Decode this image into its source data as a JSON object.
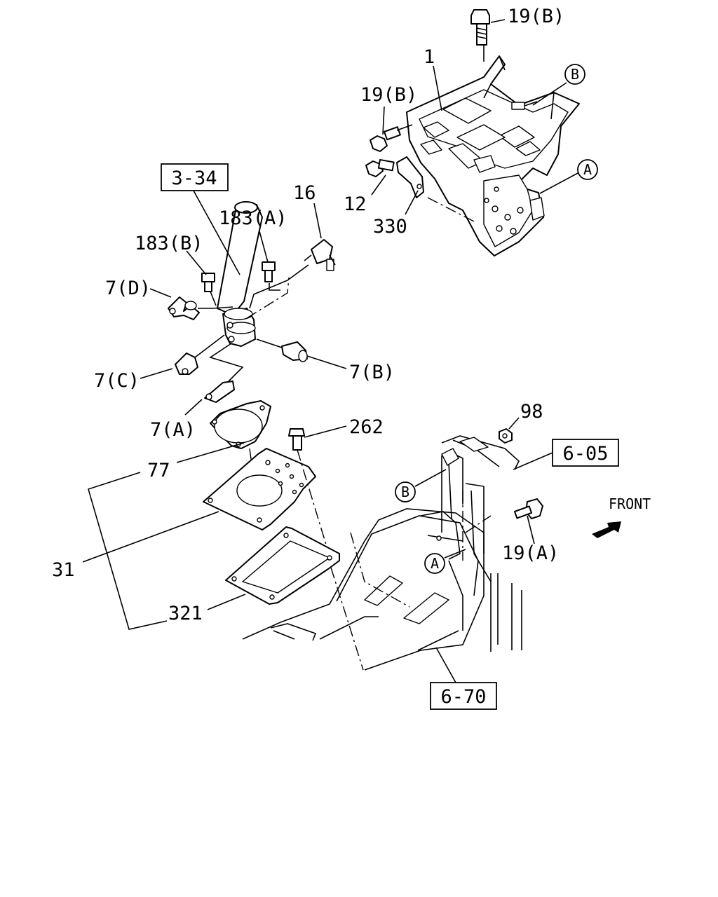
{
  "labels": {
    "p19b_top": "19(B)",
    "p1": "1",
    "p19b_left": "19(B)",
    "p12": "12",
    "p330": "330",
    "p16": "16",
    "p183a": "183(A)",
    "p183b": "183(B)",
    "p7d": "7(D)",
    "p7c": "7(C)",
    "p7b": "7(B)",
    "p7a": "7(A)",
    "p262": "262",
    "p77": "77",
    "p31": "31",
    "p321": "321",
    "p98": "98",
    "p19a": "19(A)",
    "front": "FRONT"
  },
  "refs": {
    "r334": "3-34",
    "r605": "6-05",
    "r670": "6-70"
  },
  "markers": {
    "b_top": "B",
    "a_top": "A",
    "b_bottom": "B",
    "a_bottom": "A"
  },
  "icons": {
    "front_arrow": "front-direction-arrow-icon"
  }
}
